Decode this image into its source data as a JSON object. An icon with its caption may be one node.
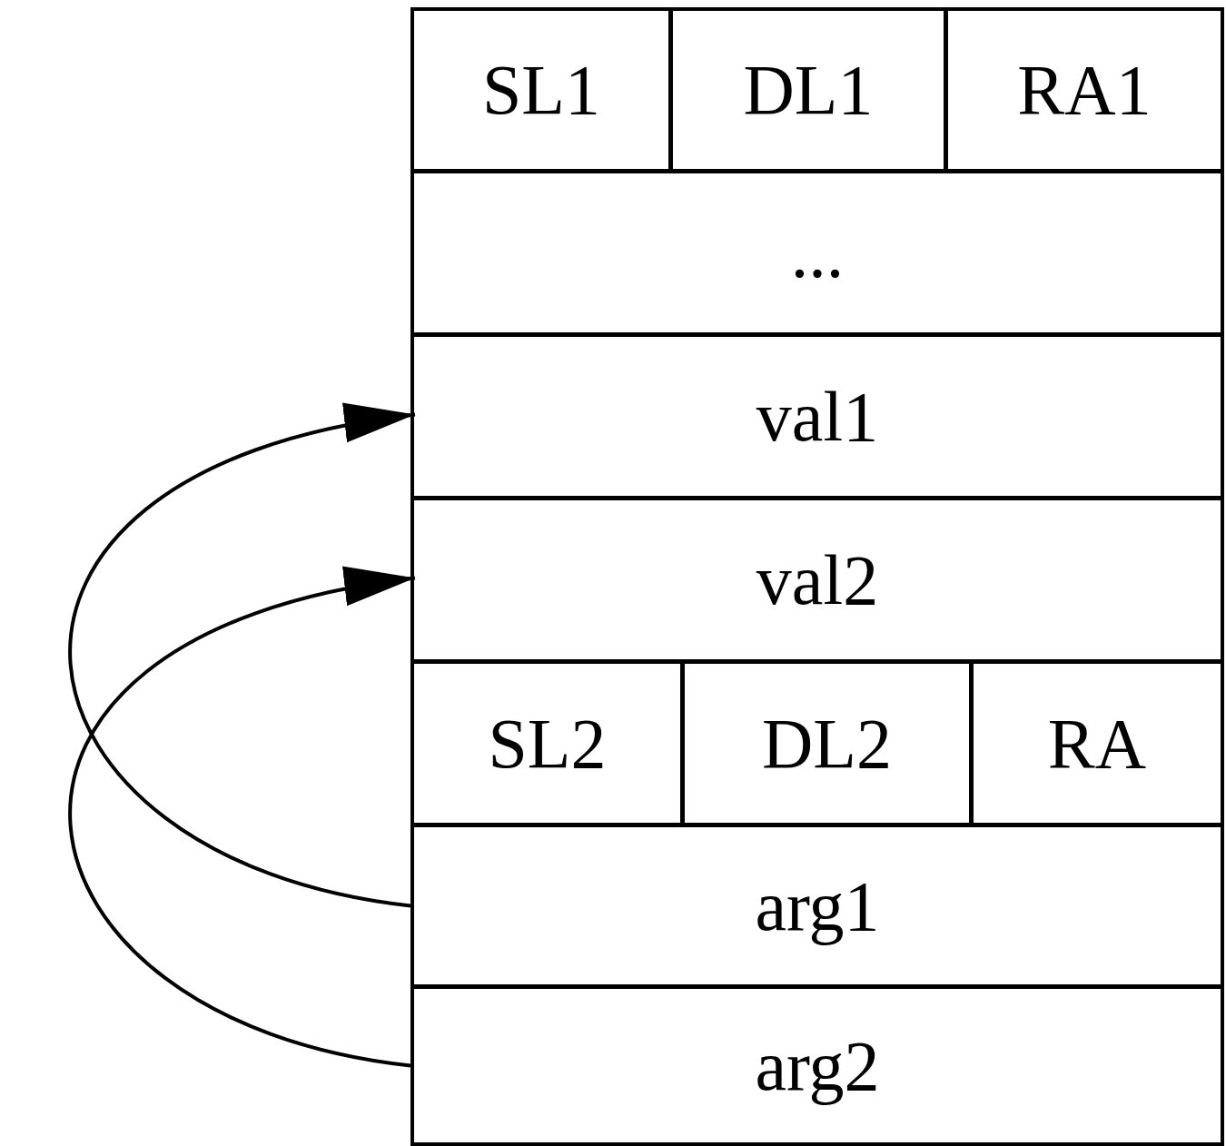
{
  "diagram": {
    "nodes": [
      {
        "text": [
          "SL1"
        ]
      },
      {
        "text": [
          "DL1"
        ]
      },
      {
        "text": [
          "RA1"
        ]
      },
      {
        "text": [
          "..."
        ]
      },
      {
        "text": [
          "val1"
        ]
      },
      {
        "text": [
          "val2"
        ]
      },
      {
        "text": [
          "SL2"
        ]
      },
      {
        "text": [
          "DL2"
        ]
      },
      {
        "text": [
          "RA"
        ]
      },
      {
        "text": [
          "arg1"
        ]
      },
      {
        "text": [
          "arg2"
        ]
      }
    ],
    "edges": [
      {
        "from": 9,
        "to": 4,
        "arrow": "to"
      },
      {
        "from": 10,
        "to": 5,
        "arrow": "to"
      }
    ]
  }
}
